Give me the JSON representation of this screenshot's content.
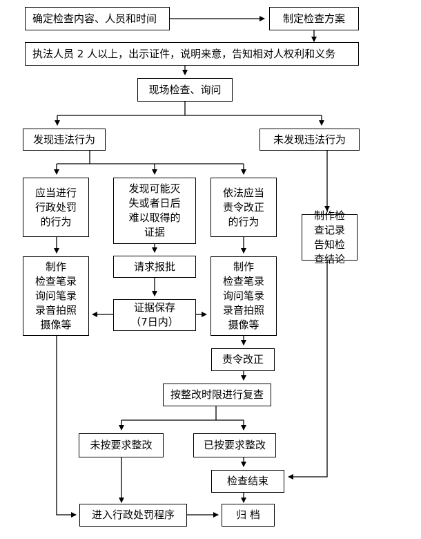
{
  "nodes": {
    "n1": "确定检查内容、人员和时间",
    "n2": "制定检查方案",
    "n3": "执法人员 2 人以上，出示证件，说明来意，告知相对人权利和义务",
    "n4": "现场检查、询问",
    "n5": "发现违法行为",
    "n6": "未发现违法行为",
    "n7": "应当进行\n行政处罚\n的行为",
    "n8": "发现可能灭\n失或者日后\n难以取得的\n证据",
    "n9": "依法应当\n责令改正\n的行为",
    "n10": "制作检\n查记录\n告知检\n查结论",
    "n11": "请求报批",
    "n12": "制作\n检查笔录\n询问笔录\n录音拍照\n摄像等",
    "n13": "证据保存\n（7日内）",
    "n14": "制作\n检查笔录\n询问笔录\n录音拍照\n摄像等",
    "n15": "责令改正",
    "n16": "按整改时限进行复查",
    "n17": "未按要求整改",
    "n18": "已按要求整改",
    "n19": "检查结束",
    "n20": "进入行政处罚程序",
    "n21": "归 档"
  }
}
